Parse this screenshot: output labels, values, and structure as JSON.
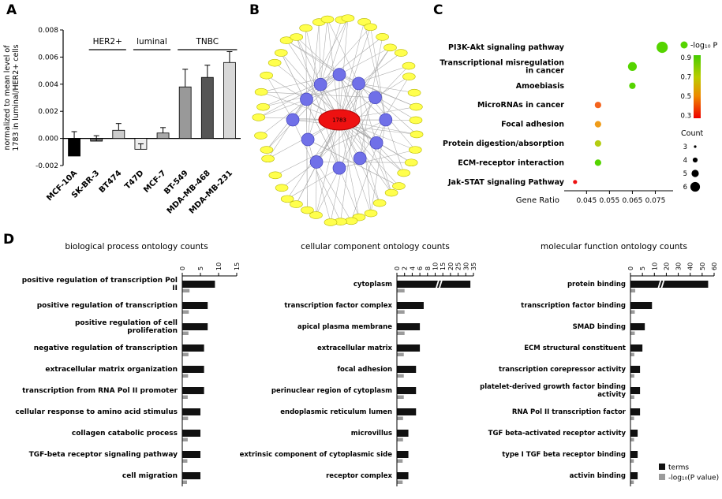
{
  "panels": {
    "a": {
      "label": "A"
    },
    "b": {
      "label": "B"
    },
    "c": {
      "label": "C"
    },
    "d": {
      "label": "D"
    }
  },
  "chart_data": [
    {
      "id": "panelA",
      "type": "bar",
      "ylabel_lines": [
        "normalized to mean level of",
        "1783  in luminal/HER2+ cells"
      ],
      "categories": [
        "MCF-10A",
        "SK-BR-3",
        "BT474",
        "T47D",
        "MCF-7",
        "BT-549",
        "MDA-MB-468",
        "MDA-MB-231"
      ],
      "values": [
        -0.0013,
        -0.0002,
        0.0006,
        -0.0008,
        0.0004,
        0.0038,
        0.0045,
        0.0056
      ],
      "errors": [
        0.0018,
        0.0004,
        0.0005,
        0.0004,
        0.0004,
        0.0013,
        0.0009,
        0.0008
      ],
      "bar_colors": [
        "#000000",
        "#666666",
        "#cccccc",
        "#eeeeee",
        "#aaaaaa",
        "#999999",
        "#555555",
        "#d8d8d8"
      ],
      "groups": [
        {
          "label": "HER2+",
          "from": 1,
          "to": 2
        },
        {
          "label": "luminal",
          "from": 3,
          "to": 4
        },
        {
          "label": "TNBC",
          "from": 5,
          "to": 7
        }
      ],
      "ylim": [
        -0.002,
        0.008
      ],
      "yticks": [
        -0.002,
        0,
        0.002,
        0.004,
        0.006,
        0.008
      ]
    },
    {
      "id": "panelB",
      "type": "network",
      "center_label": "1783",
      "center_color": "#ee1111",
      "inner_node_count": 12,
      "inner_color": "#7070e8",
      "outer_node_count": 44,
      "outer_color": "#ffff4d"
    },
    {
      "id": "panelC",
      "type": "scatter",
      "xlabel": "Gene Ratio",
      "categories": [
        "PI3K-Akt signaling pathway",
        "Transcriptional misregulation in cancer",
        "Amoebiasis",
        "MicroRNAs in cancer",
        "Focal adhesion",
        "Protein digestion/absorption",
        "ECM-receptor interaction",
        "Jak-STAT signaling Pathway"
      ],
      "points": [
        {
          "gene_ratio": 0.078,
          "count": 6,
          "neg_log10_p": 0.45,
          "color": "#55d400"
        },
        {
          "gene_ratio": 0.065,
          "count": 5,
          "neg_log10_p": 0.45,
          "color": "#55d400"
        },
        {
          "gene_ratio": 0.065,
          "count": 4,
          "neg_log10_p": 0.45,
          "color": "#55d400"
        },
        {
          "gene_ratio": 0.05,
          "count": 4,
          "neg_log10_p": 0.85,
          "color": "#f4641e"
        },
        {
          "gene_ratio": 0.05,
          "count": 4,
          "neg_log10_p": 0.75,
          "color": "#ef9c1a"
        },
        {
          "gene_ratio": 0.05,
          "count": 4,
          "neg_log10_p": 0.55,
          "color": "#b4cd12"
        },
        {
          "gene_ratio": 0.05,
          "count": 4,
          "neg_log10_p": 0.45,
          "color": "#55d400"
        },
        {
          "gene_ratio": 0.04,
          "count": 3,
          "neg_log10_p": 0.9,
          "color": "#ee1111"
        }
      ],
      "xticks": [
        0.045,
        0.055,
        0.065,
        0.075
      ],
      "xlim": [
        0.038,
        0.08
      ],
      "legend": {
        "color_title": "-log₁₀ P",
        "color_ticks": [
          "0.9",
          "0.7",
          "0.5",
          "0.3"
        ],
        "count_title": "Count",
        "count_values": [
          3,
          4,
          5,
          6
        ]
      }
    },
    {
      "id": "panelD1",
      "type": "bar",
      "title": "biological process ontology counts",
      "categories": [
        "positive regulation of transcription Pol II",
        "positive regulation of transcription",
        "positive regulation of cell proliferation",
        "negative regulation of transcription",
        "extracellular matrix organization",
        "transcription from RNA Pol II promoter",
        "cellular response to amino acid stimulus",
        "collagen catabolic process",
        "TGF-beta receptor signaling pathway",
        "cell migration"
      ],
      "values": [
        9,
        7,
        7,
        6,
        6,
        6,
        5,
        5,
        5,
        5
      ],
      "pvalues": [
        2,
        1.8,
        1.7,
        1.7,
        1.6,
        1.5,
        1.6,
        1.5,
        1.4,
        1.3
      ],
      "xticks": [
        0,
        5,
        10,
        15
      ]
    },
    {
      "id": "panelD2",
      "type": "bar",
      "title": "cellular component ontology counts",
      "categories": [
        "cytoplasm",
        "transcription factor complex",
        "apical plasma membrane",
        "extracellular matrix",
        "focal adhesion",
        "perinuclear region of cytoplasm",
        "endoplasmic reticulum lumen",
        "microvillus",
        "extrinsic component of cytoplasmic side",
        "receptor complex"
      ],
      "values": [
        33,
        7,
        6,
        6,
        5,
        5,
        5,
        3,
        3,
        3
      ],
      "pvalues": [
        2,
        2,
        2,
        1.8,
        1.8,
        1.8,
        1.6,
        1.6,
        1.5,
        1.5
      ],
      "xticks": [
        0,
        2,
        4,
        6,
        8,
        10,
        15,
        20,
        25,
        30,
        35
      ],
      "break_value": 12
    },
    {
      "id": "panelD3",
      "type": "bar",
      "title": "molecular function ontology counts",
      "categories": [
        "protein binding",
        "transcription factor binding",
        "SMAD binding",
        "ECM structural constituent",
        "transcription corepressor activity",
        "platelet-derived growth factor binding activity",
        "RNA Pol II transcription factor",
        "TGF beta-activated receptor activity",
        "type I TGF beta receptor binding",
        "activin binding"
      ],
      "values": [
        55,
        9,
        6,
        5,
        4,
        4,
        4,
        3,
        3,
        3
      ],
      "pvalues": [
        2,
        1.8,
        1.8,
        1.6,
        1.6,
        1.6,
        1.5,
        1.5,
        1.4,
        1.4
      ],
      "xticks": [
        0,
        5,
        10,
        20,
        30,
        40,
        50,
        60
      ],
      "break_value": 15,
      "legend": {
        "terms_label": "terms",
        "pvalue_label": "-log₁₀(P value)"
      }
    }
  ]
}
